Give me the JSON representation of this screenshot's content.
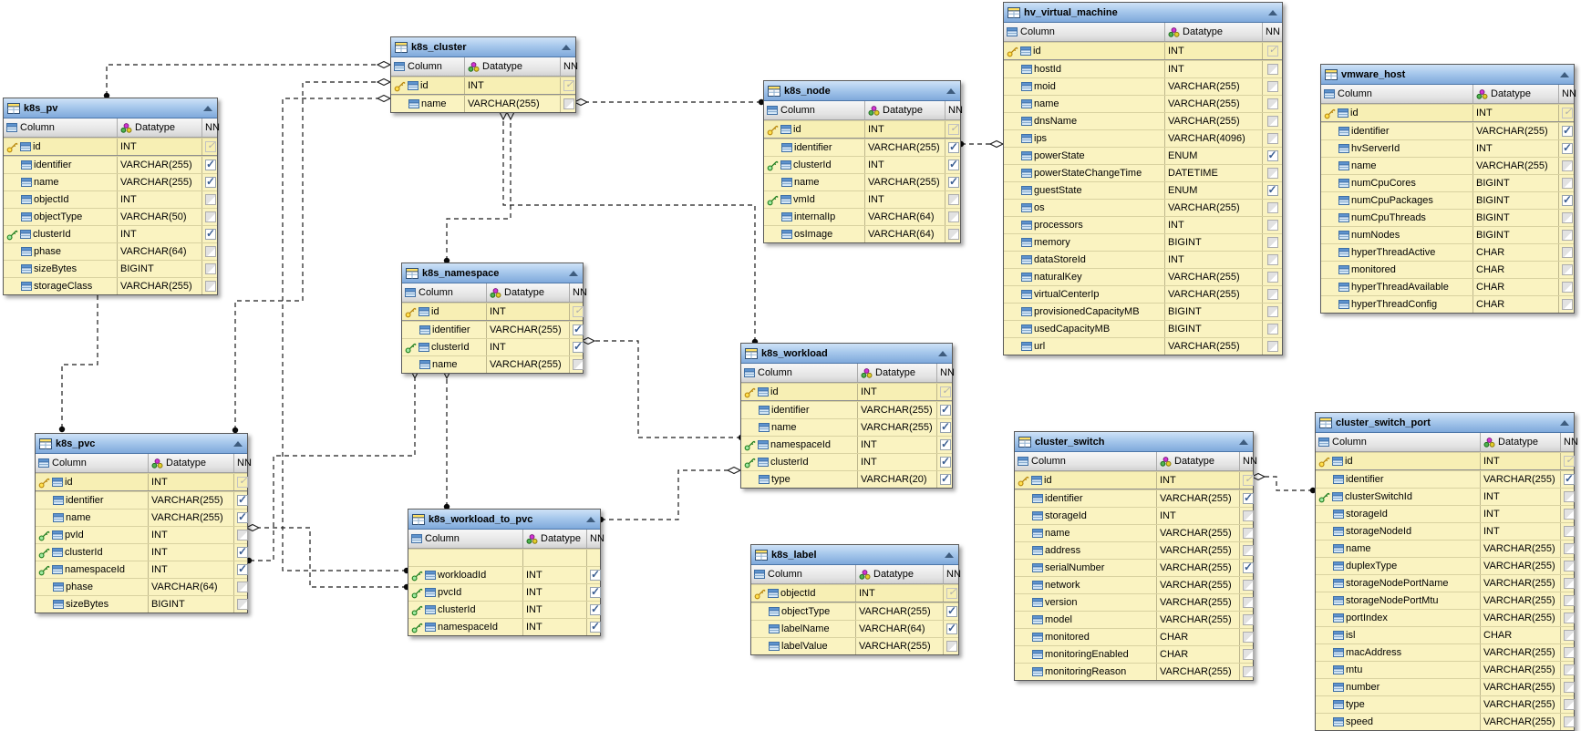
{
  "diagram": {
    "kind": "database-er-diagram",
    "header_labels": {
      "column": "Column",
      "datatype": "Datatype",
      "nn": "NN"
    },
    "colors": {
      "table_title_bar": "#A7C8EC",
      "table_body": "#FAF3C1",
      "header_row": "#E3E3E3",
      "primary_key_icon": "#FFE04D",
      "foreign_key_icon": "#9FE89F",
      "checkbox_check": "#3A5E92",
      "relationship_line": "#1c1c1c",
      "background": "#ffffff"
    },
    "tables": [
      {
        "name": "k8s_pv",
        "columns": [
          {
            "name": "id",
            "datatype": "INT",
            "key": "pk",
            "nn": "pk"
          },
          {
            "name": "identifier",
            "datatype": "VARCHAR(255)",
            "key": "",
            "nn": "checked"
          },
          {
            "name": "name",
            "datatype": "VARCHAR(255)",
            "key": "",
            "nn": "checked"
          },
          {
            "name": "objectId",
            "datatype": "INT",
            "key": "",
            "nn": "unchecked"
          },
          {
            "name": "objectType",
            "datatype": "VARCHAR(50)",
            "key": "",
            "nn": "unchecked"
          },
          {
            "name": "clusterId",
            "datatype": "INT",
            "key": "fk",
            "nn": "checked"
          },
          {
            "name": "phase",
            "datatype": "VARCHAR(64)",
            "key": "",
            "nn": "unchecked"
          },
          {
            "name": "sizeBytes",
            "datatype": "BIGINT",
            "key": "",
            "nn": "unchecked"
          },
          {
            "name": "storageClass",
            "datatype": "VARCHAR(255)",
            "key": "",
            "nn": "unchecked"
          }
        ]
      },
      {
        "name": "k8s_cluster",
        "columns": [
          {
            "name": "id",
            "datatype": "INT",
            "key": "pk",
            "nn": "pk"
          },
          {
            "name": "name",
            "datatype": "VARCHAR(255)",
            "key": "",
            "nn": "unchecked"
          }
        ]
      },
      {
        "name": "k8s_node",
        "columns": [
          {
            "name": "id",
            "datatype": "INT",
            "key": "pk",
            "nn": "pk"
          },
          {
            "name": "identifier",
            "datatype": "VARCHAR(255)",
            "key": "",
            "nn": "checked"
          },
          {
            "name": "clusterId",
            "datatype": "INT",
            "key": "fk",
            "nn": "checked"
          },
          {
            "name": "name",
            "datatype": "VARCHAR(255)",
            "key": "",
            "nn": "checked"
          },
          {
            "name": "vmId",
            "datatype": "INT",
            "key": "fk",
            "nn": "unchecked"
          },
          {
            "name": "internalIp",
            "datatype": "VARCHAR(64)",
            "key": "",
            "nn": "unchecked"
          },
          {
            "name": "osImage",
            "datatype": "VARCHAR(64)",
            "key": "",
            "nn": "unchecked"
          }
        ]
      },
      {
        "name": "hv_virtual_machine",
        "columns": [
          {
            "name": "id",
            "datatype": "INT",
            "key": "pk",
            "nn": "pk"
          },
          {
            "name": "hostId",
            "datatype": "INT",
            "key": "",
            "nn": "unchecked"
          },
          {
            "name": "moid",
            "datatype": "VARCHAR(255)",
            "key": "",
            "nn": "unchecked"
          },
          {
            "name": "name",
            "datatype": "VARCHAR(255)",
            "key": "",
            "nn": "unchecked"
          },
          {
            "name": "dnsName",
            "datatype": "VARCHAR(255)",
            "key": "",
            "nn": "unchecked"
          },
          {
            "name": "ips",
            "datatype": "VARCHAR(4096)",
            "key": "",
            "nn": "unchecked"
          },
          {
            "name": "powerState",
            "datatype": "ENUM",
            "key": "",
            "nn": "checked"
          },
          {
            "name": "powerStateChangeTime",
            "datatype": "DATETIME",
            "key": "",
            "nn": "unchecked"
          },
          {
            "name": "guestState",
            "datatype": "ENUM",
            "key": "",
            "nn": "checked"
          },
          {
            "name": "os",
            "datatype": "VARCHAR(255)",
            "key": "",
            "nn": "unchecked"
          },
          {
            "name": "processors",
            "datatype": "INT",
            "key": "",
            "nn": "unchecked"
          },
          {
            "name": "memory",
            "datatype": "BIGINT",
            "key": "",
            "nn": "unchecked"
          },
          {
            "name": "dataStoreId",
            "datatype": "INT",
            "key": "",
            "nn": "unchecked"
          },
          {
            "name": "naturalKey",
            "datatype": "VARCHAR(255)",
            "key": "",
            "nn": "unchecked"
          },
          {
            "name": "virtualCenterIp",
            "datatype": "VARCHAR(255)",
            "key": "",
            "nn": "unchecked"
          },
          {
            "name": "provisionedCapacityMB",
            "datatype": "BIGINT",
            "key": "",
            "nn": "unchecked"
          },
          {
            "name": "usedCapacityMB",
            "datatype": "BIGINT",
            "key": "",
            "nn": "unchecked"
          },
          {
            "name": "url",
            "datatype": "VARCHAR(255)",
            "key": "",
            "nn": "unchecked"
          }
        ]
      },
      {
        "name": "vmware_host",
        "columns": [
          {
            "name": "id",
            "datatype": "INT",
            "key": "pk",
            "nn": "pk"
          },
          {
            "name": "identifier",
            "datatype": "VARCHAR(255)",
            "key": "",
            "nn": "checked"
          },
          {
            "name": "hvServerId",
            "datatype": "INT",
            "key": "",
            "nn": "checked"
          },
          {
            "name": "name",
            "datatype": "VARCHAR(255)",
            "key": "",
            "nn": "unchecked"
          },
          {
            "name": "numCpuCores",
            "datatype": "BIGINT",
            "key": "",
            "nn": "unchecked"
          },
          {
            "name": "numCpuPackages",
            "datatype": "BIGINT",
            "key": "",
            "nn": "checked"
          },
          {
            "name": "numCpuThreads",
            "datatype": "BIGINT",
            "key": "",
            "nn": "unchecked"
          },
          {
            "name": "numNodes",
            "datatype": "BIGINT",
            "key": "",
            "nn": "unchecked"
          },
          {
            "name": "hyperThreadActive",
            "datatype": "CHAR",
            "key": "",
            "nn": "unchecked"
          },
          {
            "name": "monitored",
            "datatype": "CHAR",
            "key": "",
            "nn": "unchecked"
          },
          {
            "name": "hyperThreadAvailable",
            "datatype": "CHAR",
            "key": "",
            "nn": "unchecked"
          },
          {
            "name": "hyperThreadConfig",
            "datatype": "CHAR",
            "key": "",
            "nn": "unchecked"
          }
        ]
      },
      {
        "name": "k8s_namespace",
        "columns": [
          {
            "name": "id",
            "datatype": "INT",
            "key": "pk",
            "nn": "pk"
          },
          {
            "name": "identifier",
            "datatype": "VARCHAR(255)",
            "key": "",
            "nn": "checked"
          },
          {
            "name": "clusterId",
            "datatype": "INT",
            "key": "fk",
            "nn": "checked"
          },
          {
            "name": "name",
            "datatype": "VARCHAR(255)",
            "key": "",
            "nn": "unchecked"
          }
        ]
      },
      {
        "name": "k8s_workload",
        "columns": [
          {
            "name": "id",
            "datatype": "INT",
            "key": "pk",
            "nn": "pk"
          },
          {
            "name": "identifier",
            "datatype": "VARCHAR(255)",
            "key": "",
            "nn": "checked"
          },
          {
            "name": "name",
            "datatype": "VARCHAR(255)",
            "key": "",
            "nn": "checked"
          },
          {
            "name": "namespaceId",
            "datatype": "INT",
            "key": "fk",
            "nn": "checked"
          },
          {
            "name": "clusterId",
            "datatype": "INT",
            "key": "fk",
            "nn": "checked"
          },
          {
            "name": "type",
            "datatype": "VARCHAR(20)",
            "key": "",
            "nn": "checked"
          }
        ]
      },
      {
        "name": "k8s_pvc",
        "columns": [
          {
            "name": "id",
            "datatype": "INT",
            "key": "pk",
            "nn": "pk"
          },
          {
            "name": "identifier",
            "datatype": "VARCHAR(255)",
            "key": "",
            "nn": "checked"
          },
          {
            "name": "name",
            "datatype": "VARCHAR(255)",
            "key": "",
            "nn": "checked"
          },
          {
            "name": "pvId",
            "datatype": "INT",
            "key": "fk",
            "nn": "unchecked"
          },
          {
            "name": "clusterId",
            "datatype": "INT",
            "key": "fk",
            "nn": "checked"
          },
          {
            "name": "namespaceId",
            "datatype": "INT",
            "key": "fk",
            "nn": "checked"
          },
          {
            "name": "phase",
            "datatype": "VARCHAR(64)",
            "key": "",
            "nn": "unchecked"
          },
          {
            "name": "sizeBytes",
            "datatype": "BIGINT",
            "key": "",
            "nn": "unchecked"
          }
        ]
      },
      {
        "name": "k8s_workload_to_pvc",
        "columns": [
          {
            "name": "",
            "datatype": "",
            "key": "",
            "nn": "none"
          },
          {
            "name": "workloadId",
            "datatype": "INT",
            "key": "fk",
            "nn": "checked"
          },
          {
            "name": "pvcId",
            "datatype": "INT",
            "key": "fk",
            "nn": "checked"
          },
          {
            "name": "clusterId",
            "datatype": "INT",
            "key": "fk",
            "nn": "checked"
          },
          {
            "name": "namespaceId",
            "datatype": "INT",
            "key": "fk",
            "nn": "checked"
          }
        ]
      },
      {
        "name": "k8s_label",
        "columns": [
          {
            "name": "objectId",
            "datatype": "INT",
            "key": "pk",
            "nn": "pk"
          },
          {
            "name": "objectType",
            "datatype": "VARCHAR(255)",
            "key": "",
            "nn": "checked"
          },
          {
            "name": "labelName",
            "datatype": "VARCHAR(64)",
            "key": "",
            "nn": "checked"
          },
          {
            "name": "labelValue",
            "datatype": "VARCHAR(255)",
            "key": "",
            "nn": "unchecked"
          }
        ]
      },
      {
        "name": "cluster_switch",
        "columns": [
          {
            "name": "id",
            "datatype": "INT",
            "key": "pk",
            "nn": "pk"
          },
          {
            "name": "identifier",
            "datatype": "VARCHAR(255)",
            "key": "",
            "nn": "checked"
          },
          {
            "name": "storageId",
            "datatype": "INT",
            "key": "",
            "nn": "unchecked"
          },
          {
            "name": "name",
            "datatype": "VARCHAR(255)",
            "key": "",
            "nn": "unchecked"
          },
          {
            "name": "address",
            "datatype": "VARCHAR(255)",
            "key": "",
            "nn": "unchecked"
          },
          {
            "name": "serialNumber",
            "datatype": "VARCHAR(255)",
            "key": "",
            "nn": "checked"
          },
          {
            "name": "network",
            "datatype": "VARCHAR(255)",
            "key": "",
            "nn": "unchecked"
          },
          {
            "name": "version",
            "datatype": "VARCHAR(255)",
            "key": "",
            "nn": "unchecked"
          },
          {
            "name": "model",
            "datatype": "VARCHAR(255)",
            "key": "",
            "nn": "unchecked"
          },
          {
            "name": "monitored",
            "datatype": "CHAR",
            "key": "",
            "nn": "unchecked"
          },
          {
            "name": "monitoringEnabled",
            "datatype": "CHAR",
            "key": "",
            "nn": "unchecked"
          },
          {
            "name": "monitoringReason",
            "datatype": "VARCHAR(255)",
            "key": "",
            "nn": "unchecked"
          }
        ]
      },
      {
        "name": "cluster_switch_port",
        "columns": [
          {
            "name": "id",
            "datatype": "INT",
            "key": "pk",
            "nn": "pk"
          },
          {
            "name": "identifier",
            "datatype": "VARCHAR(255)",
            "key": "",
            "nn": "checked"
          },
          {
            "name": "clusterSwitchId",
            "datatype": "INT",
            "key": "fk",
            "nn": "unchecked"
          },
          {
            "name": "storageId",
            "datatype": "INT",
            "key": "",
            "nn": "unchecked"
          },
          {
            "name": "storageNodeId",
            "datatype": "INT",
            "key": "",
            "nn": "unchecked"
          },
          {
            "name": "name",
            "datatype": "VARCHAR(255)",
            "key": "",
            "nn": "unchecked"
          },
          {
            "name": "duplexType",
            "datatype": "VARCHAR(255)",
            "key": "",
            "nn": "unchecked"
          },
          {
            "name": "storageNodePortName",
            "datatype": "VARCHAR(255)",
            "key": "",
            "nn": "unchecked"
          },
          {
            "name": "storageNodePortMtu",
            "datatype": "VARCHAR(255)",
            "key": "",
            "nn": "unchecked"
          },
          {
            "name": "portIndex",
            "datatype": "VARCHAR(255)",
            "key": "",
            "nn": "unchecked"
          },
          {
            "name": "isl",
            "datatype": "CHAR",
            "key": "",
            "nn": "unchecked"
          },
          {
            "name": "macAddress",
            "datatype": "VARCHAR(255)",
            "key": "",
            "nn": "unchecked"
          },
          {
            "name": "mtu",
            "datatype": "VARCHAR(255)",
            "key": "",
            "nn": "unchecked"
          },
          {
            "name": "number",
            "datatype": "VARCHAR(255)",
            "key": "",
            "nn": "unchecked"
          },
          {
            "name": "type",
            "datatype": "VARCHAR(255)",
            "key": "",
            "nn": "unchecked"
          },
          {
            "name": "speed",
            "datatype": "VARCHAR(255)",
            "key": "",
            "nn": "unchecked"
          }
        ]
      }
    ],
    "relationships": [
      {
        "from": "k8s_pv.clusterId",
        "to": "k8s_cluster.id"
      },
      {
        "from": "k8s_pvc.pvId",
        "to": "k8s_pv.id"
      },
      {
        "from": "k8s_pvc.clusterId",
        "to": "k8s_cluster.id"
      },
      {
        "from": "k8s_pvc.namespaceId",
        "to": "k8s_namespace.id"
      },
      {
        "from": "k8s_namespace.clusterId",
        "to": "k8s_cluster.id"
      },
      {
        "from": "k8s_node.clusterId",
        "to": "k8s_cluster.id"
      },
      {
        "from": "k8s_node.vmId",
        "to": "hv_virtual_machine.id"
      },
      {
        "from": "k8s_workload.namespaceId",
        "to": "k8s_namespace.id"
      },
      {
        "from": "k8s_workload.clusterId",
        "to": "k8s_cluster.id"
      },
      {
        "from": "k8s_workload_to_pvc.workloadId",
        "to": "k8s_workload.id"
      },
      {
        "from": "k8s_workload_to_pvc.pvcId",
        "to": "k8s_pvc.id"
      },
      {
        "from": "k8s_workload_to_pvc.clusterId",
        "to": "k8s_cluster.id"
      },
      {
        "from": "k8s_workload_to_pvc.namespaceId",
        "to": "k8s_namespace.id"
      },
      {
        "from": "cluster_switch_port.clusterSwitchId",
        "to": "cluster_switch.id"
      }
    ]
  }
}
